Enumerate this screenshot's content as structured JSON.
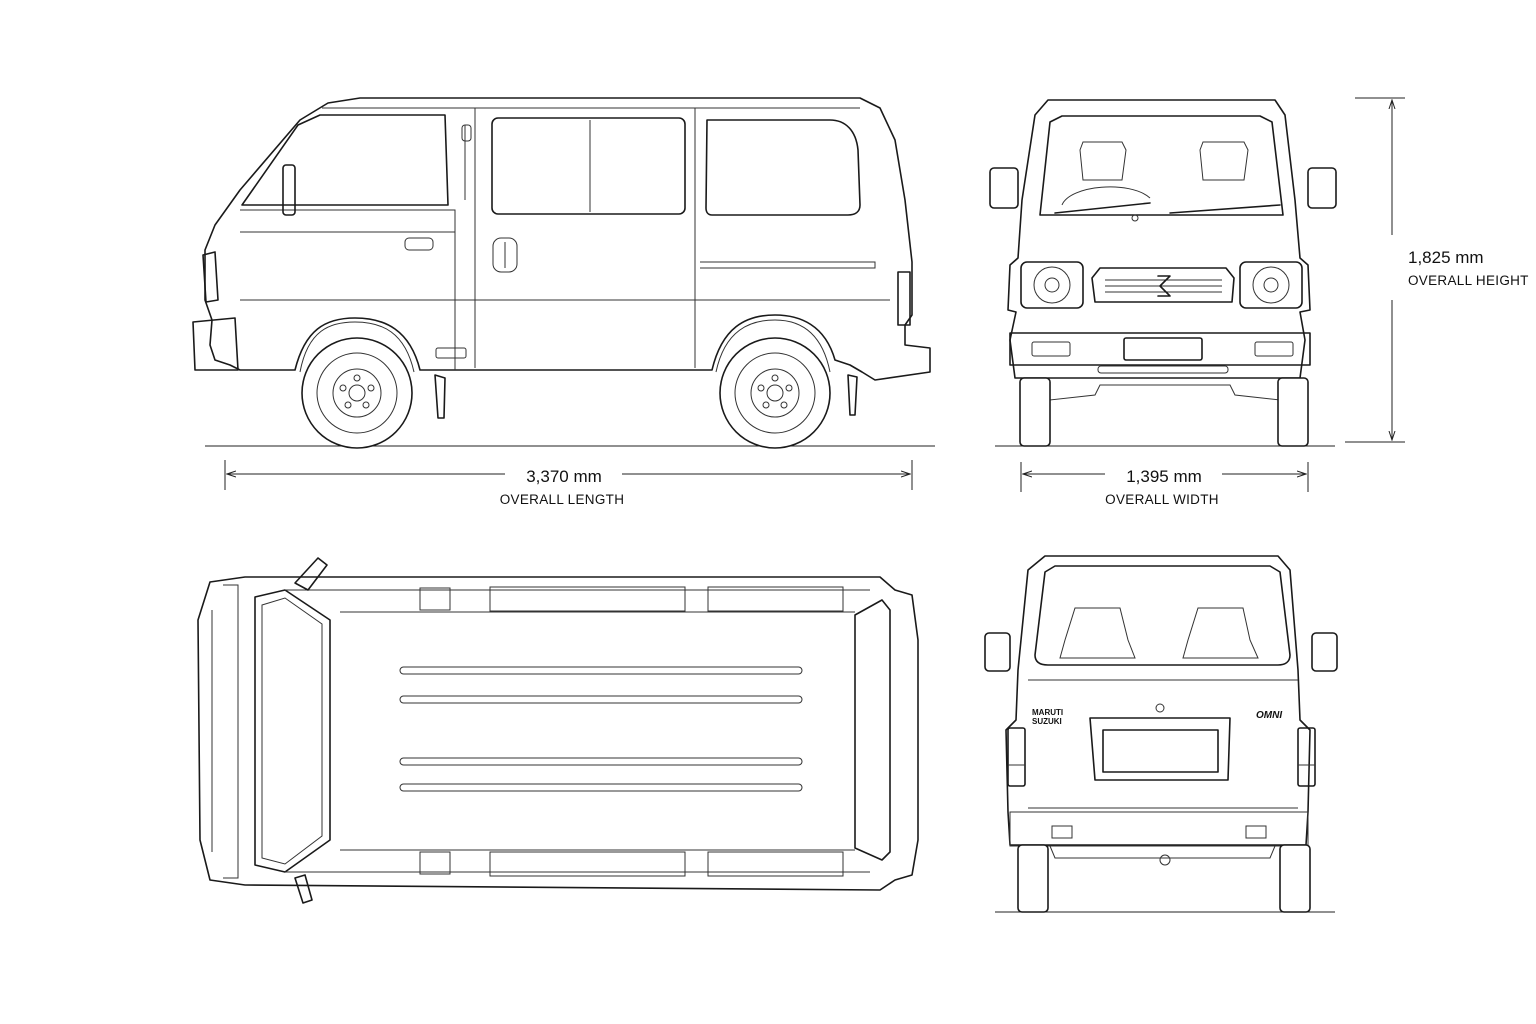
{
  "dimensions": {
    "length": {
      "value": "3,370 mm",
      "label": "OVERALL LENGTH"
    },
    "width": {
      "value": "1,395 mm",
      "label": "OVERALL WIDTH"
    },
    "height": {
      "value": "1,825 mm",
      "label": "OVERALL HEIGHT"
    }
  },
  "badges": {
    "maker_line1": "MARUTI",
    "maker_line2": "SUZUKI",
    "model": "OMNI"
  },
  "views": [
    "side-view",
    "front-view",
    "top-view",
    "rear-view"
  ]
}
